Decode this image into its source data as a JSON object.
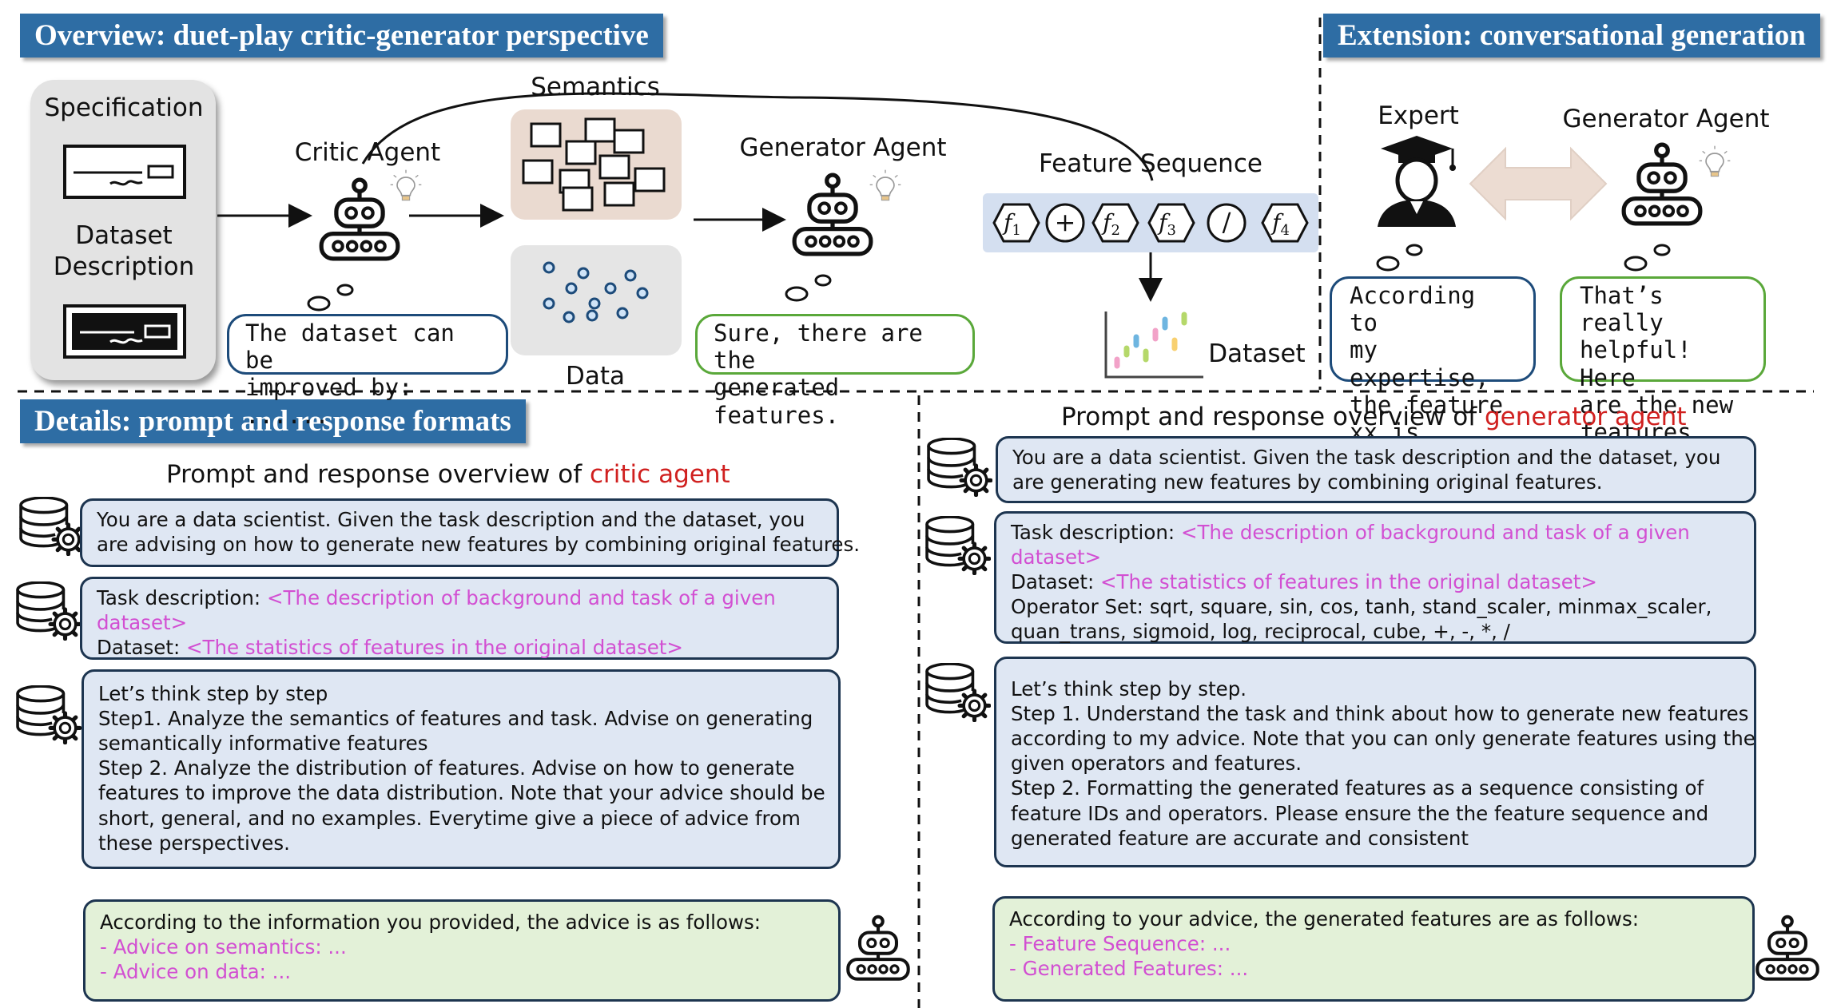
{
  "banners": {
    "overview": "Overview: duet-play critic-generator perspective",
    "extension": "Extension: conversational generation",
    "details": "Details: prompt and response formats"
  },
  "overview": {
    "specification": "Specification",
    "dataset_description_1": "Dataset",
    "dataset_description_2": "Description",
    "critic_agent": "Critic Agent",
    "semantics": "Semantics",
    "data": "Data",
    "generator_agent": "Generator Agent",
    "feature_sequence": "Feature Sequence",
    "dataset": "Dataset",
    "critic_bubble_1": "The dataset can be",
    "critic_bubble_2": "improved by: ......",
    "generator_bubble_1": "Sure, there are the",
    "generator_bubble_2": "generated features.",
    "sequence_tokens": [
      "f1",
      "+",
      "f2",
      "f3",
      "/",
      "f4"
    ]
  },
  "extension": {
    "expert": "Expert",
    "generator_agent": "Generator Agent",
    "expert_bubble": [
      "According to",
      "my expertise,",
      "the feature",
      "xx is useful."
    ],
    "generator_bubble": [
      "That’s really",
      "helpful! Here",
      "are the new",
      "features."
    ]
  },
  "critic_panel": {
    "title_prefix": "Prompt and response overview of ",
    "title_highlight": "critic agent",
    "box1": [
      "You are a data scientist. Given the task description and the dataset, you",
      "are advising on how to generate new features by combining original features."
    ],
    "box2": {
      "task_label": "Task description: ",
      "task_value_1": "<The description of background and task of a given",
      "task_value_2": "dataset>",
      "dataset_label": "Dataset: ",
      "dataset_value": "<The statistics of features in the original dataset>"
    },
    "box3": [
      "Let’s think step by step",
      "Step1. Analyze the semantics of features and task. Advise on generating",
      "semantically informative features",
      "Step 2. Analyze the distribution of features. Advise on how to generate",
      "features to improve the data distribution. Note that your advice should be",
      "short, general, and no examples. Everytime give a piece of advice from",
      "these perspectives."
    ],
    "response_intro": "According to the information you provided, the advice is as follows:",
    "response_items": [
      "-  Advice on semantics: ...",
      "-  Advice on data: ..."
    ]
  },
  "generator_panel": {
    "title_prefix": "Prompt and response overview of ",
    "title_highlight": "generator agent",
    "box1": [
      "You are a data scientist. Given the task description and the dataset, you",
      "are generating new features by combining original features."
    ],
    "box2": {
      "task_label": "Task description: ",
      "task_value_1": "<The description of background and task of a given",
      "task_value_2": "dataset>",
      "dataset_label": "Dataset: ",
      "dataset_value": "<The statistics of features in the original dataset>",
      "operator_1": "Operator Set: sqrt, square, sin, cos, tanh, stand_scaler, minmax_scaler,",
      "operator_2": "quan_trans, sigmoid, log, reciprocal, cube, +, -, *, /"
    },
    "box3": [
      "Let’s think step by step.",
      "Step 1. Understand the task and think about how to generate new features",
      "according to my advice. Note that you can only generate features using the",
      "given operators and features.",
      "Step 2. Formatting the generated features as a sequence consisting of",
      "feature IDs and operators. Please ensure the the feature sequence and",
      "generated feature are accurate and consistent"
    ],
    "response_intro": "According to your advice, the generated features are as follows:",
    "response_items": [
      "- Feature Sequence: ...",
      "- Generated Features: ..."
    ]
  },
  "colors": {
    "banner": "#2e6da4",
    "prompt_box": "#dfe7f3",
    "response_box": "#e3f1d8",
    "highlight_magenta": "#d24fd2",
    "highlight_red": "#d0201f"
  }
}
